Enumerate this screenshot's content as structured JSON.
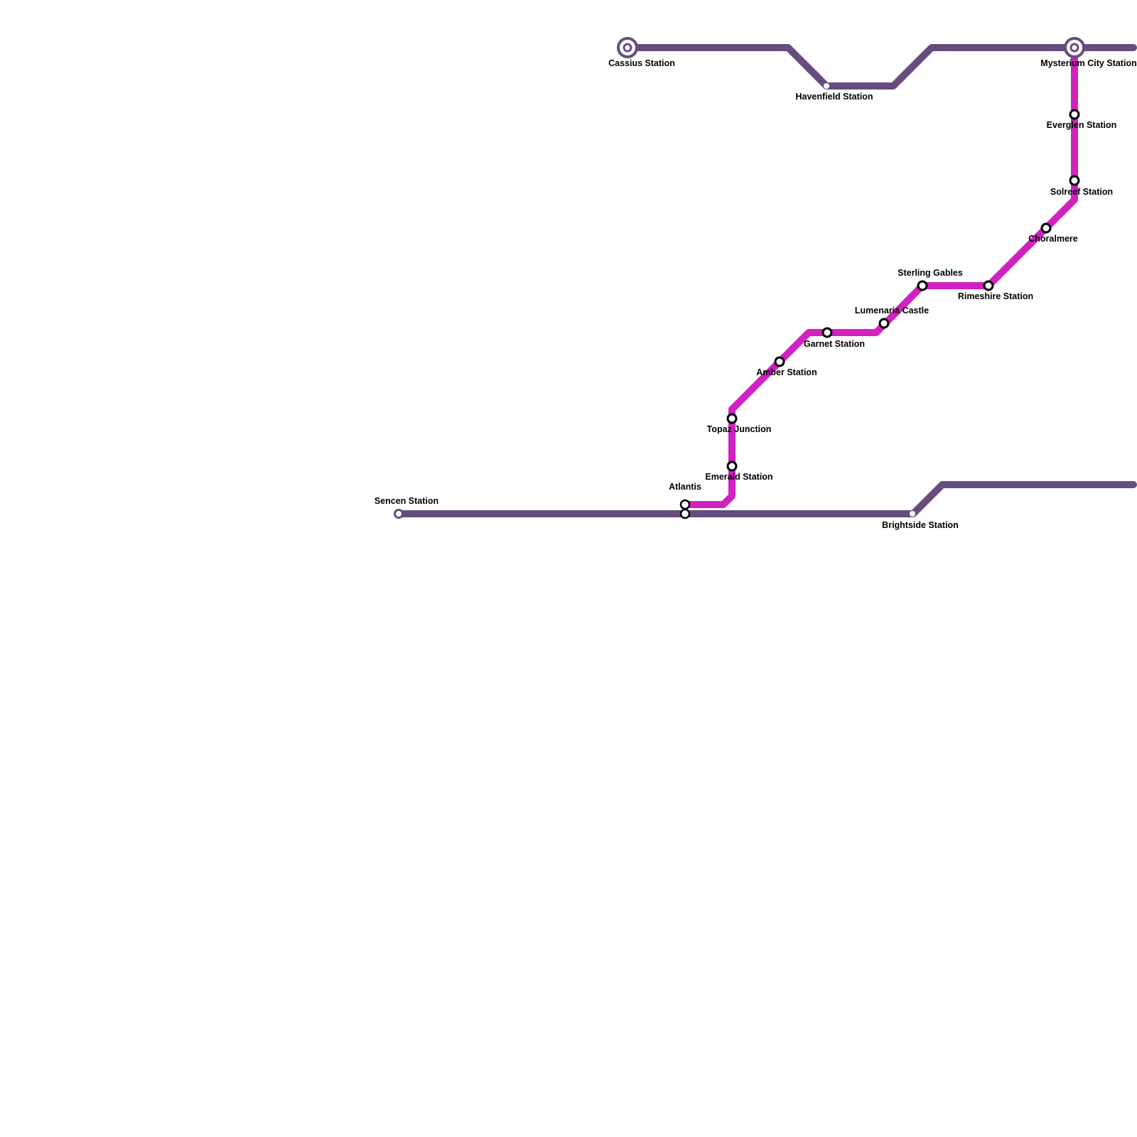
{
  "map": {
    "colors": {
      "background": "#ffffff",
      "line_purple": "#654d80",
      "line_magenta": "#d122c1",
      "label_text": "#000000"
    },
    "lines": [
      {
        "id": "purple-north",
        "color": "#654d80"
      },
      {
        "id": "purple-south",
        "color": "#654d80"
      },
      {
        "id": "magenta",
        "color": "#d122c1"
      }
    ],
    "stations": {
      "cassius": "Cassius Station",
      "havenfield": "Havenfield Station",
      "mysterium": "Mysterium City Station",
      "everglen": "Everglen Station",
      "solreef": "Solreef Station",
      "choralmere": "Choralmere",
      "sterling": "Sterling Gables",
      "rimeshire": "Rimeshire Station",
      "lumenaria": "Lumenaria Castle",
      "garnet": "Garnet Station",
      "amber": "Amber Station",
      "topaz": "Topaz Junction",
      "emerald": "Emerald Station",
      "atlantis": "Atlantis",
      "sencen": "Sencen Station",
      "brightside": "Brightside Station"
    }
  }
}
